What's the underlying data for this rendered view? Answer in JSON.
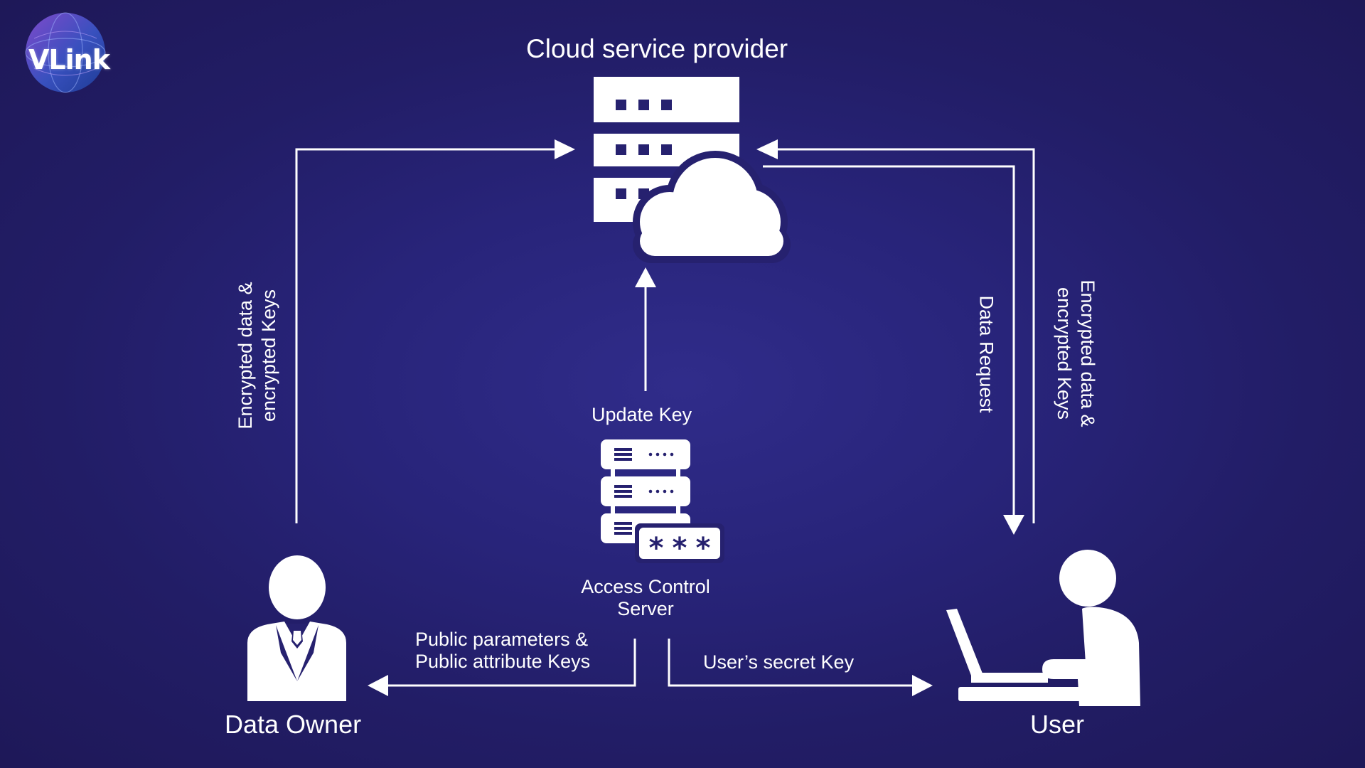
{
  "logo": {
    "text": "VLink"
  },
  "nodes": {
    "cloud": {
      "label": "Cloud service provider",
      "icon": "server-cloud-icon"
    },
    "access_control": {
      "label_line1": "Access Control",
      "label_line2": "Server",
      "icon": "server-password-icon"
    },
    "data_owner": {
      "label": "Data Owner",
      "icon": "businessman-icon"
    },
    "user": {
      "label": "User",
      "icon": "person-laptop-icon"
    }
  },
  "edges": {
    "update_key": "Update Key",
    "owner_to_cloud_line1": "Encrypted data &",
    "owner_to_cloud_line2": "encrypted Keys",
    "data_request": "Data Request",
    "cloud_to_user_line1": "Encrypted data &",
    "cloud_to_user_line2": "encrypted Keys",
    "public_params_line1": "Public parameters &",
    "public_params_line2": "Public attribute Keys",
    "secret_key": "User’s secret Key"
  },
  "colors": {
    "background": "#26216f",
    "foreground": "#ffffff"
  }
}
